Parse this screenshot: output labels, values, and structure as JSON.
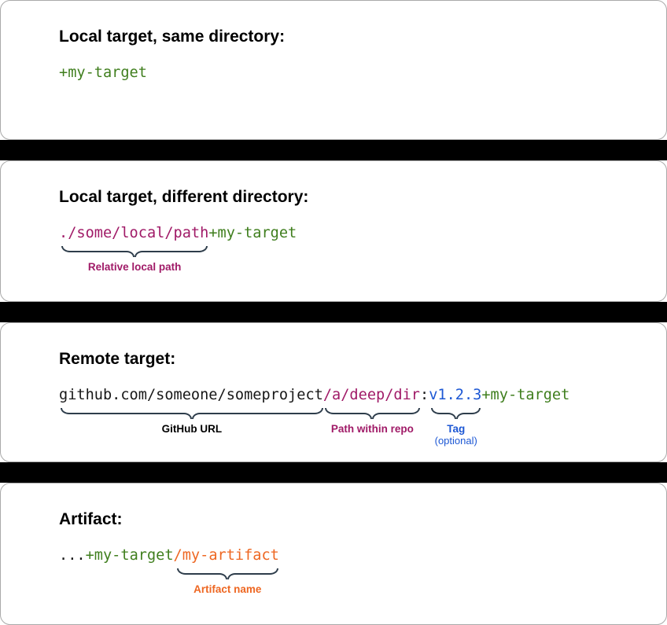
{
  "colors": {
    "page_background": "#ffffff",
    "divider": "#000000",
    "card_background": "#ffffff",
    "card_border": "#a9a9a9",
    "heading_text": "#000000",
    "code_default": "#171717",
    "target_green": "#3f7e1d",
    "path_purple": "#a01a67",
    "tag_blue": "#1c57d4",
    "artifact_orange": "#ee6722",
    "brace": "#2e3d4b"
  },
  "cards": [
    {
      "heading": "Local target, same directory:",
      "code_segments": [
        {
          "text": "+my-target",
          "color": "target_green"
        }
      ],
      "annotations": []
    },
    {
      "heading": "Local target, different directory:",
      "code_segments": [
        {
          "text": "./some/local/path",
          "color": "path_purple"
        },
        {
          "text": "+my-target",
          "color": "target_green"
        }
      ],
      "annotations": [
        {
          "label": "Relative local path",
          "color": "path_purple"
        }
      ]
    },
    {
      "heading": "Remote target:",
      "code_segments": [
        {
          "text": "github.com/someone/someproject",
          "color": "code_default"
        },
        {
          "text": "/a/deep/dir",
          "color": "path_purple"
        },
        {
          "text": ":",
          "color": "code_default"
        },
        {
          "text": "v1.2.3",
          "color": "tag_blue"
        },
        {
          "text": "+my-target",
          "color": "target_green"
        }
      ],
      "annotations": [
        {
          "label": "GitHub URL",
          "color": "heading_text"
        },
        {
          "label": "Path within repo",
          "color": "path_purple"
        },
        {
          "label": "Tag",
          "sublabel": "(optional)",
          "color": "tag_blue"
        }
      ]
    },
    {
      "heading": "Artifact:",
      "code_segments": [
        {
          "text": "...",
          "color": "code_default"
        },
        {
          "text": "+my-target",
          "color": "target_green"
        },
        {
          "text": "/my-artifact",
          "color": "artifact_orange"
        }
      ],
      "annotations": [
        {
          "label": "Artifact name",
          "color": "artifact_orange"
        }
      ]
    }
  ]
}
